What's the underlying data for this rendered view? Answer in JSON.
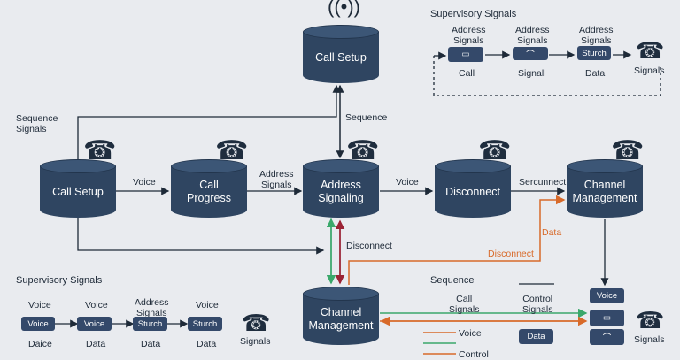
{
  "nodes": {
    "call_setup_top": "Call Setup",
    "call_setup": "Call Setup",
    "call_progress": "Call\nProgress",
    "address_signaling": "Address\nSignaling",
    "disconnect": "Disconnect",
    "channel_mgmt_right": "Channel\nManagement",
    "channel_mgmt_bottom": "Channel\nManagement"
  },
  "edges": {
    "voice1": "Voice",
    "address_signals": "Address\nSignals",
    "voice2": "Voice",
    "sercunnect": "Sercunnect",
    "sequence": "Sequence",
    "sequence_signals": "Sequence\nSignals",
    "disconnect": "Disconnect",
    "data": "Data",
    "disconnect_orange": "Disconnect"
  },
  "top_panel": {
    "title": "Supervisory Signals",
    "steps": [
      {
        "top": "Address\nSignals",
        "bottom": "Call"
      },
      {
        "top": "Address\nSignals",
        "bottom": "Signall"
      },
      {
        "top": "Address\nSignals",
        "box": "Sturch",
        "bottom": "Data"
      }
    ],
    "end": "Signals"
  },
  "bottom_panel": {
    "title": "Supervisory Signals",
    "steps": [
      {
        "top": "Voice",
        "box": "Voice",
        "bottom": "Daice"
      },
      {
        "top": "Voice",
        "box": "Voice",
        "bottom": "Data"
      },
      {
        "top": "Address\nSignals",
        "box": "Sturch",
        "bottom": "Data"
      },
      {
        "top": "Voice",
        "box": "Sturch",
        "bottom": "Data"
      }
    ],
    "end": "Signals"
  },
  "legend": {
    "sequence": "Sequence",
    "call_signals": "Call\nSignals",
    "control_signals": "Control\nSignals",
    "voice": "Voice",
    "control": "Control",
    "data_box": "Data",
    "voice_box": "Voice",
    "signals": "Signals"
  },
  "colors": {
    "node": "#2f4561",
    "green": "#3aa86b",
    "orange": "#d86a2a",
    "red": "#9b2335"
  }
}
